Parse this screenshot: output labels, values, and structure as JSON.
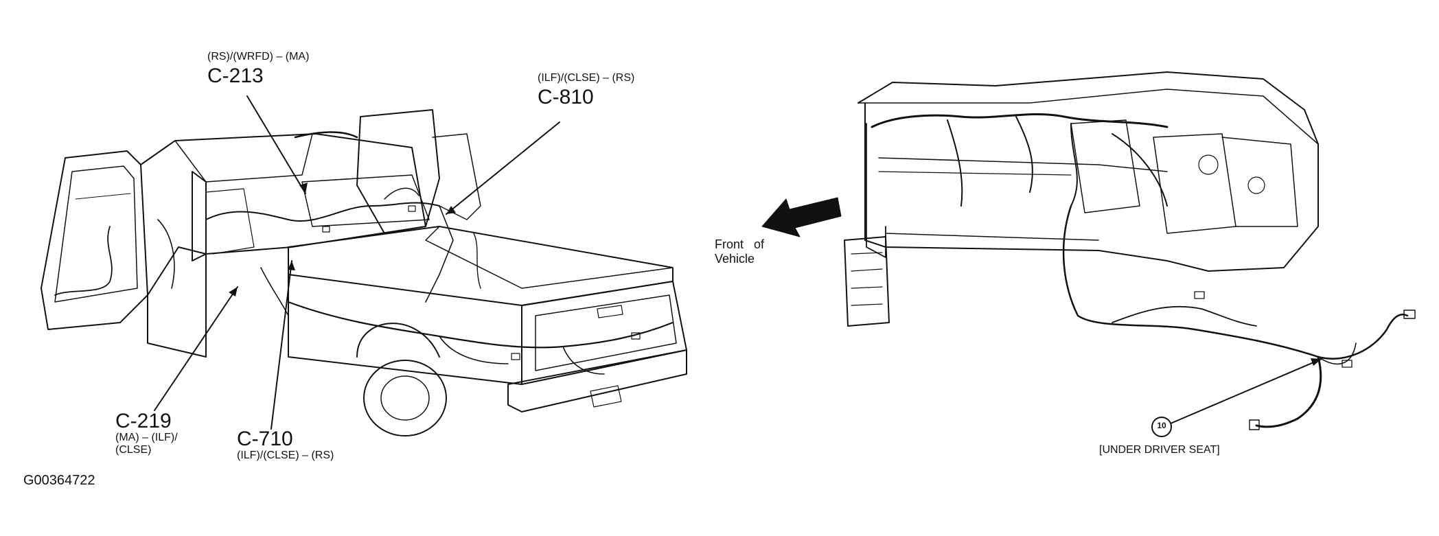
{
  "callouts": {
    "c213": {
      "code": "C-213",
      "desc": "(RS)/(WRFD) – (MA)"
    },
    "c810": {
      "code": "C-810",
      "desc": "(ILF)/(CLSE) – (RS)"
    },
    "c219": {
      "code": "C-219",
      "desc_lines": [
        "(MA) – (ILF)/",
        "(CLSE)"
      ]
    },
    "c710": {
      "code": "C-710",
      "desc": "(ILF)/(CLSE) – (RS)"
    }
  },
  "front_of_vehicle": {
    "line1": "Front   of",
    "line2": "Vehicle"
  },
  "location_marker": {
    "number": "10",
    "caption": "[UNDER DRIVER SEAT]"
  },
  "figure_id": "G00364722",
  "colors": {
    "ink": "#111111",
    "paper": "#ffffff"
  }
}
